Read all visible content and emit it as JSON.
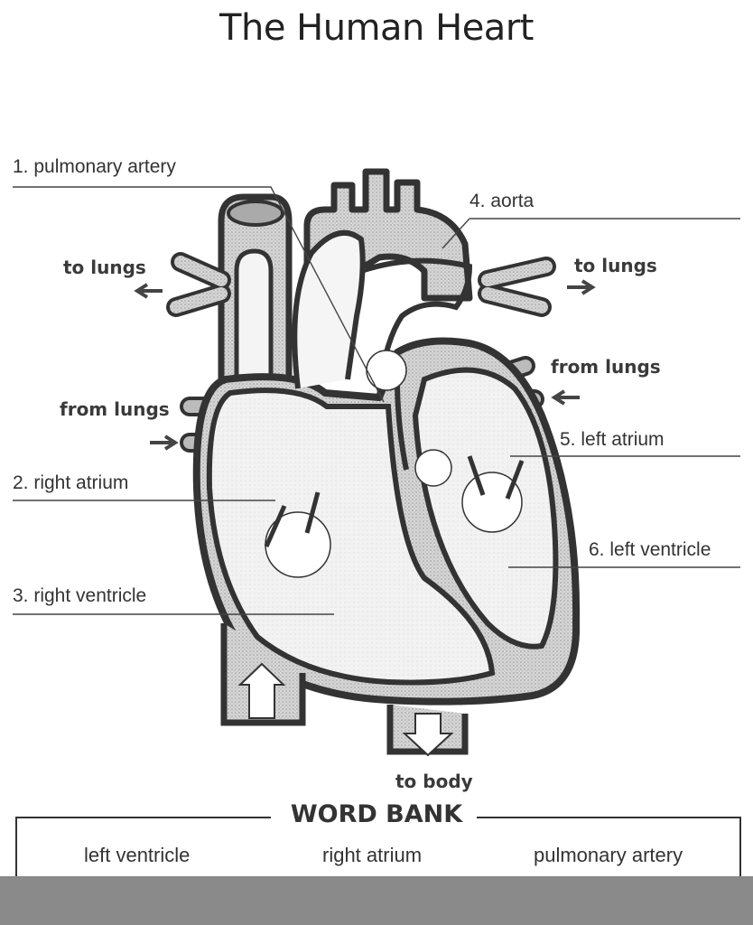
{
  "title": "The Human Heart",
  "labels": {
    "pulmonary_artery": "1. pulmonary artery",
    "right_atrium": "2. right atrium",
    "right_ventricle": "3. right ventricle",
    "aorta": "4. aorta",
    "left_atrium": "5. left atrium",
    "left_ventricle": "6. left ventricle"
  },
  "flow": {
    "to_lungs_left": "to lungs",
    "to_lungs_right": "to lungs",
    "from_lungs_left": "from lungs",
    "from_lungs_right": "from lungs",
    "to_body": "to body"
  },
  "word_bank": {
    "title": "WORD BANK",
    "words": [
      "left ventricle",
      "right atrium",
      "pulmonary artery"
    ]
  }
}
